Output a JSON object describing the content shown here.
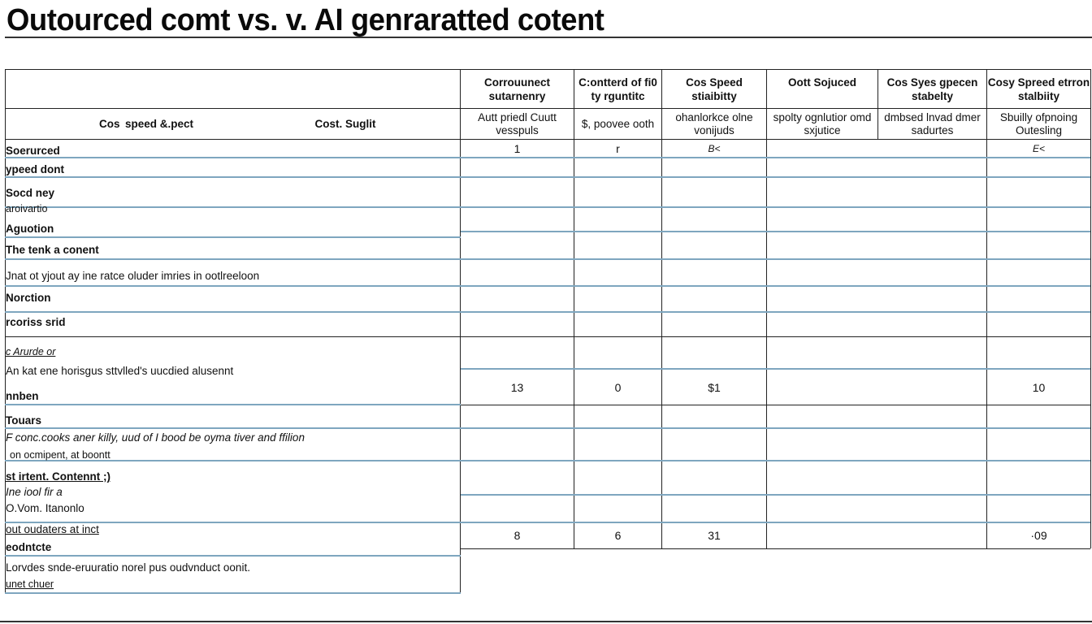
{
  "document": {
    "title": "Outourced comt vs. v. AI genraratted cotent"
  },
  "table": {
    "left_headers": {
      "col_a": "Cos  speed &.pect",
      "col_b": "Cost. Suglit"
    },
    "columns": [
      {
        "header": "Corrouunect sutarnenry",
        "subheader": "Autt priedl Cuutt vesspuls"
      },
      {
        "header": "C:ontterd of fi0 ty rguntitc",
        "subheader": "$, poovee ooth"
      },
      {
        "header": "Cos Speed stiaibitty",
        "subheader": "ohanlorkce olne vonijuds"
      },
      {
        "header": "Oott Sojuced",
        "subheader": "spolty ognlutior omd sxjutice"
      },
      {
        "header": "Cos Syes gpecen stabelty",
        "subheader": "dmbsed lnvad dmer sadurtes"
      },
      {
        "header": "Cosy Spreed etrron stalbiity",
        "subheader": "Sbuilly ofpnoing Outesling"
      }
    ],
    "row_labels": [
      {
        "text": "Soerurced",
        "style": "bold"
      },
      {
        "text": "ypeed dont",
        "style": "bold"
      },
      {
        "text": "Socd ney",
        "style": "bold"
      },
      {
        "text": "aroivartio",
        "style": "normal"
      },
      {
        "text": "Aguotion",
        "style": "bold"
      },
      {
        "text": "The tenk a conent",
        "style": "bold"
      },
      {
        "text": "Jnat ot yjout ay ine ratce oluder imries in ootlreeloon",
        "style": "normal"
      },
      {
        "text": "Norction",
        "style": "bold"
      },
      {
        "text": "rcoriss srid",
        "style": "bold"
      },
      {
        "text": "c Arurde or",
        "style": "italic-underline"
      },
      {
        "text": "An kat ene horisgus sttvlled's uucdied alusennt",
        "style": "normal"
      },
      {
        "text": "nnben",
        "style": "bold"
      },
      {
        "text": "Touars",
        "style": "bold"
      },
      {
        "text": "F conc.cooks aner killy, uud of I bood be oyma tiver and ffilion",
        "style": "italic"
      },
      {
        "text": "on ocmipent, at boontt",
        "style": "normal"
      },
      {
        "text": "st irtent. Contennt ;)",
        "style": "bold-underline"
      },
      {
        "text": "Ine iool fir a",
        "style": "italic"
      },
      {
        "text": "O.Vom. Itanonlo",
        "style": "normal"
      },
      {
        "text": "out oudaters at inct",
        "style": "underline"
      },
      {
        "text": "eodntcte",
        "style": "bold"
      },
      {
        "text": "Lorvdes snde-eruuratio norel pus oudvnduct oonit.",
        "style": "normal"
      },
      {
        "text": "unet chuer",
        "style": "underline"
      }
    ],
    "data_rows": [
      {
        "name": "row-1",
        "values": [
          "1",
          "r",
          "B<",
          "",
          "",
          "E<"
        ]
      },
      {
        "name": "row-13",
        "values": [
          "13",
          "0",
          "$1",
          "",
          "",
          "10"
        ]
      },
      {
        "name": "row-8",
        "values": [
          "8",
          "6",
          "31",
          "",
          "",
          "·09"
        ]
      }
    ]
  }
}
